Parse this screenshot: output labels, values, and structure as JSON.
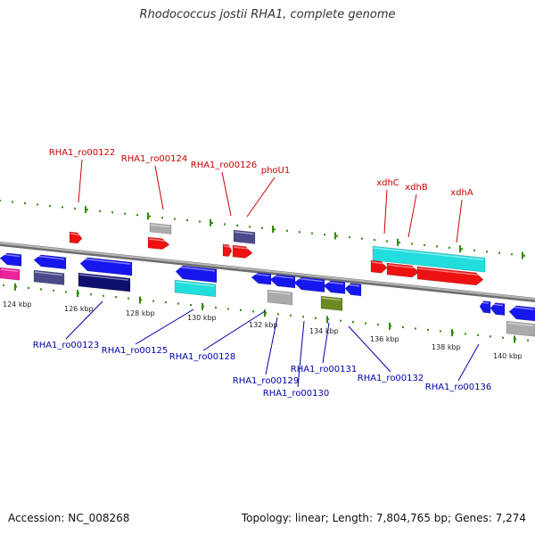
{
  "title": "Rhodococcus jostii RHA1, complete genome",
  "footer": {
    "accession": "Accession: NC_008268",
    "summary": "Topology: linear; Length: 7,804,765 bp; Genes: 7,274"
  },
  "colors": {
    "backbone": "#8a8a8a",
    "top_label": "#cc0000",
    "bottom_label": "#0000aa",
    "tick": "#2e8b00",
    "red_gene": "#ee1111",
    "blue_gene": "#1616ee",
    "cyan_gene": "#22dddd",
    "navy_gene": "#101070",
    "slate_gene": "#4a4a8a",
    "grey_gene": "#aaaaaa",
    "olive_gene": "#6a8a22",
    "magenta_gene": "#ee2299"
  },
  "scale": {
    "ticks": [
      {
        "label": "124 kbp"
      },
      {
        "label": "126 kbp"
      },
      {
        "label": "128 kbp"
      },
      {
        "label": "130 kbp"
      },
      {
        "label": "132 kbp"
      },
      {
        "label": "134 kbp"
      },
      {
        "label": "136 kbp"
      },
      {
        "label": "138 kbp"
      },
      {
        "label": "140 kbp"
      }
    ]
  },
  "top_labels": [
    {
      "text": "RHA1_ro00122"
    },
    {
      "text": "RHA1_ro00124"
    },
    {
      "text": "RHA1_ro00126"
    },
    {
      "text": "phoU1"
    },
    {
      "text": "xdhC"
    },
    {
      "text": "xdhB"
    },
    {
      "text": "xdhA"
    }
  ],
  "bottom_labels": [
    {
      "text": "RHA1_ro00123"
    },
    {
      "text": "RHA1_ro00125"
    },
    {
      "text": "RHA1_ro00128"
    },
    {
      "text": "RHA1_ro00129"
    },
    {
      "text": "RHA1_ro00130"
    },
    {
      "text": "RHA1_ro00131"
    },
    {
      "text": "RHA1_ro00132"
    },
    {
      "text": "RHA1_ro00136"
    }
  ]
}
